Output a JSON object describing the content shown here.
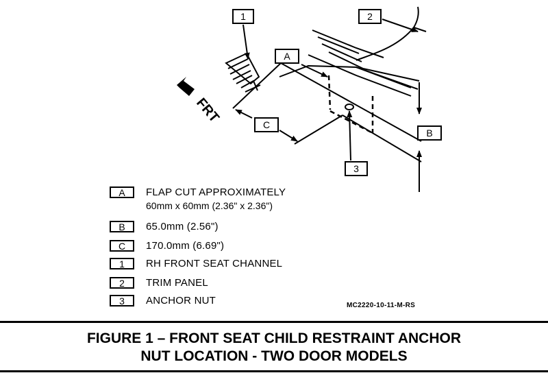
{
  "diagram": {
    "callouts": {
      "one": "1",
      "two": "2",
      "three": "3",
      "a": "A",
      "b": "B",
      "c": "C"
    },
    "front_label": "FRT"
  },
  "legend": [
    {
      "key": "A",
      "line1": "FLAP CUT APPROXIMATELY",
      "line2": "60mm x 60mm (2.36\" x 2.36\")"
    },
    {
      "key": "B",
      "line1": "65.0mm (2.56\")"
    },
    {
      "key": "C",
      "line1": "170.0mm (6.69\")"
    },
    {
      "key": "1",
      "line1": "RH FRONT SEAT CHANNEL"
    },
    {
      "key": "2",
      "line1": "TRIM PANEL"
    },
    {
      "key": "3",
      "line1": "ANCHOR NUT"
    }
  ],
  "figure_code": "MC2220-10-11-M-RS",
  "caption": {
    "line1": "FIGURE 1 –  FRONT SEAT CHILD RESTRAINT ANCHOR",
    "line2": "NUT LOCATION - TWO DOOR MODELS"
  }
}
